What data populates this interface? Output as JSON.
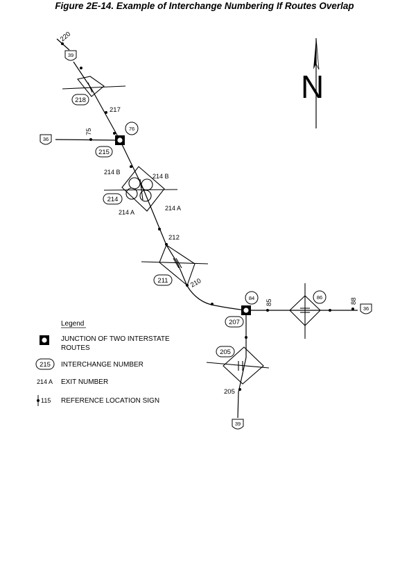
{
  "title": "Figure 2E-14.  Example of Interchange Numbering If Routes Overlap",
  "north_label": "N",
  "shields": {
    "top_39": "39",
    "left_36": "36",
    "right_36": "36",
    "bottom_39": "39"
  },
  "interchange_numbers": {
    "n218": "218",
    "n215": "215",
    "n214": "214",
    "n211": "211",
    "n207": "207",
    "n205": "205",
    "n76": "76",
    "n84": "84",
    "n86": "86"
  },
  "reference_signs": {
    "r220": "220",
    "r217": "217",
    "r75": "75",
    "r212": "212",
    "r210": "210",
    "r85": "85",
    "r88": "88",
    "r205": "205"
  },
  "exit_numbers": {
    "e214b_left": "214 B",
    "e214b_right": "214 B",
    "e214a_left": "214 A",
    "e214a_right": "214 A"
  },
  "legend": {
    "heading": "Legend",
    "junction_line1": "JUNCTION OF TWO INTERSTATE",
    "junction_line2": "ROUTES",
    "interchange_sample": "215",
    "interchange_label": "INTERCHANGE NUMBER",
    "exit_sample": "214 A",
    "exit_label": "EXIT NUMBER",
    "sign_sample": "115",
    "sign_label": "REFERENCE LOCATION SIGN"
  }
}
